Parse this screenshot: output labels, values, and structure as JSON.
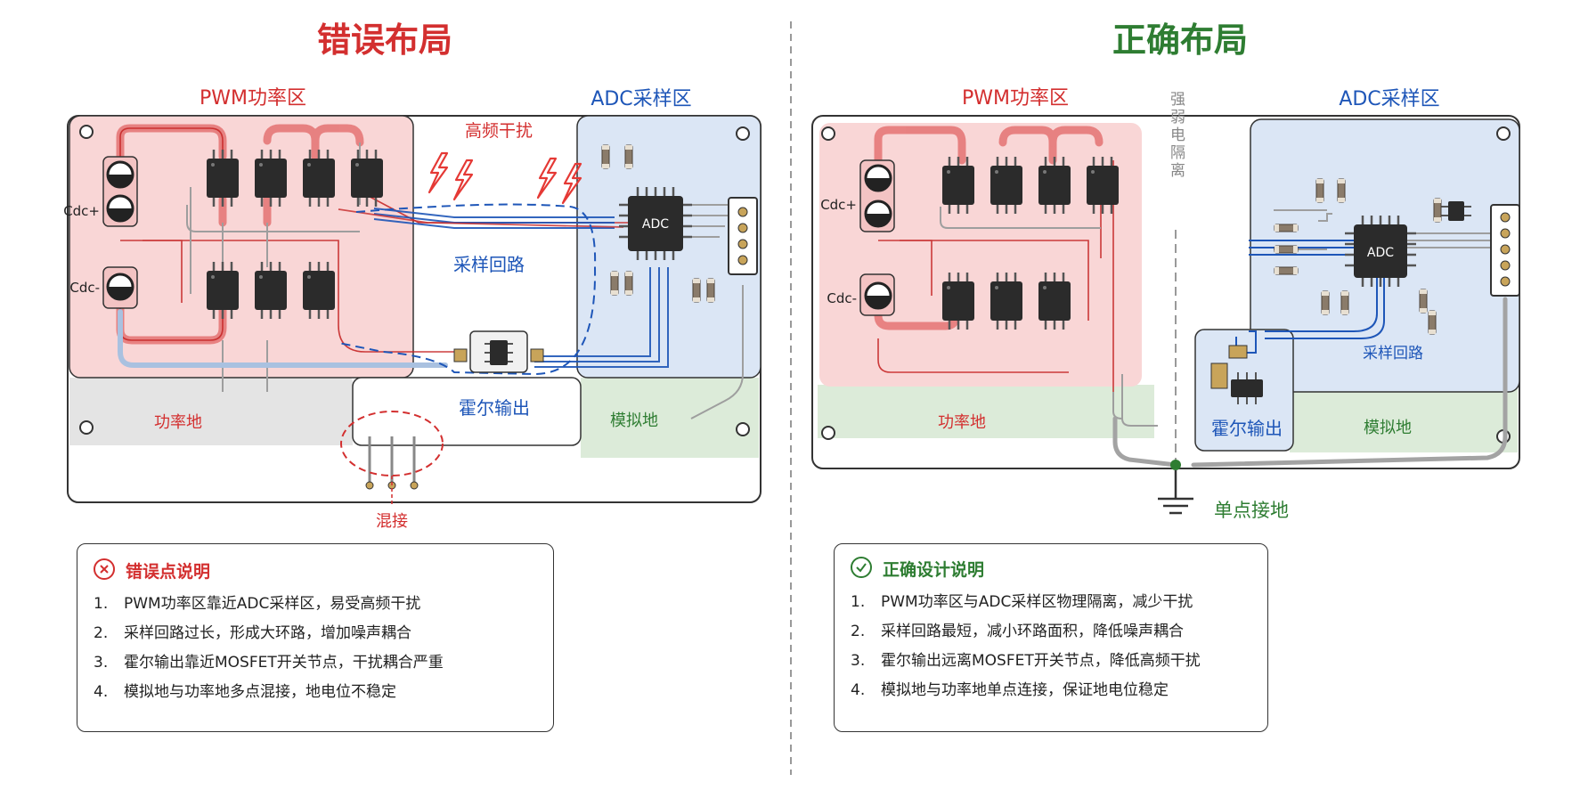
{
  "wrong": {
    "title": "错误布局",
    "pwm_label": "PWM功率区",
    "adc_label": "ADC采样区",
    "hf_label": "高频干扰",
    "loop_label": "采样回路",
    "hall_label": "霍尔输出",
    "power_gnd": "功率地",
    "analog_gnd": "模拟地",
    "mixed_label": "混接",
    "cdc_plus": "Cdc+",
    "cdc_minus": "Cdc-",
    "adc_chip": "ADC",
    "note_title": "错误点说明",
    "notes": [
      {
        "num": "1.",
        "text": "PWM功率区靠近ADC采样区，易受高频干扰"
      },
      {
        "num": "2.",
        "text": "采样回路过长，形成大环路，增加噪声耦合"
      },
      {
        "num": "3.",
        "text": "霍尔输出靠近MOSFET开关节点，干扰耦合严重"
      },
      {
        "num": "4.",
        "text": "模拟地与功率地多点混接，地电位不稳定"
      }
    ]
  },
  "right": {
    "title": "正确布局",
    "pwm_label": "PWM功率区",
    "adc_label": "ADC采样区",
    "isolation_label": "强弱电隔离",
    "loop_label": "采样回路",
    "hall_label": "霍尔输出",
    "power_gnd": "功率地",
    "analog_gnd": "模拟地",
    "single_point": "单点接地",
    "cdc_plus": "Cdc+",
    "cdc_minus": "Cdc-",
    "adc_chip": "ADC",
    "note_title": "正确设计说明",
    "notes": [
      {
        "num": "1.",
        "text": "PWM功率区与ADC采样区物理隔离，减少干扰"
      },
      {
        "num": "2.",
        "text": "采样回路最短，减小环路面积，降低噪声耦合"
      },
      {
        "num": "3.",
        "text": "霍尔输出远离MOSFET开关节点，降低高频干扰"
      },
      {
        "num": "4.",
        "text": "模拟地与功率地单点连接，保证地电位稳定"
      }
    ]
  },
  "colors": {
    "red": "#d32f2f",
    "blue": "#1e56b8",
    "green": "#2e7d32",
    "power_zone": "#f9d6d6",
    "adc_zone": "#dbe6f5",
    "analog_gnd_zone": "#dcebd9",
    "power_gnd_zone": "#e4e4e4"
  }
}
